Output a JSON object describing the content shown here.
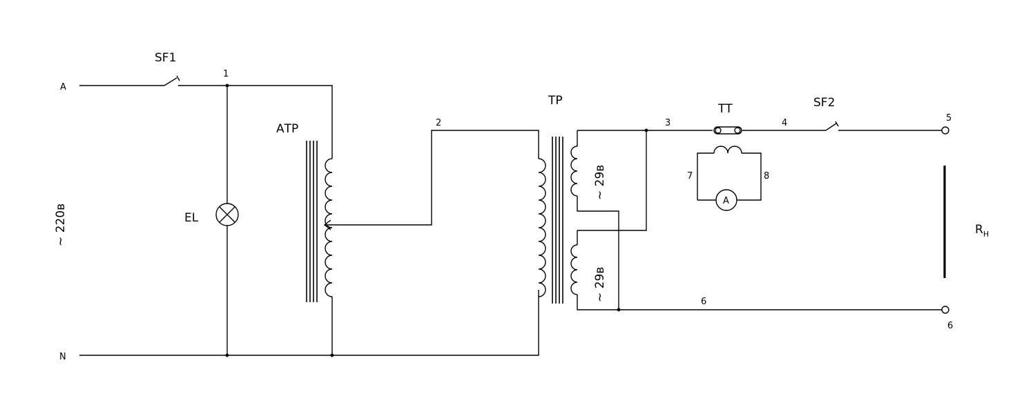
{
  "labels": {
    "phase_a": "A",
    "neutral_n": "N",
    "supply_voltage": "~ 220в",
    "breaker_1": "SF1",
    "breaker_2": "SF2",
    "lamp": "EL",
    "autotransformer": "АТР",
    "transformer": "ТР",
    "current_transformer": "ТТ",
    "ammeter": "A",
    "winding_upper": "~ 29в",
    "winding_lower": "~ 29в",
    "load_resistor_main": "R",
    "load_resistor_sub": "Н"
  },
  "nodes": {
    "n1": "1",
    "n2": "2",
    "n3": "3",
    "n4": "4",
    "n5": "5",
    "n6_wire": "6",
    "n6_terminal": "6",
    "n7": "7",
    "n8": "8"
  }
}
